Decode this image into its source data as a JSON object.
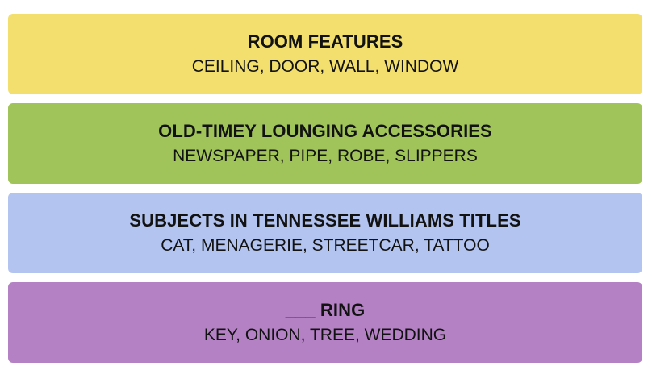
{
  "groups": [
    {
      "title": "ROOM FEATURES",
      "members": "CEILING, DOOR, WALL, WINDOW",
      "color": "#f2df6d"
    },
    {
      "title": "OLD-TIMEY LOUNGING ACCESSORIES",
      "members": "NEWSPAPER, PIPE, ROBE, SLIPPERS",
      "color": "#a0c35a"
    },
    {
      "title": "SUBJECTS IN TENNESSEE WILLIAMS TITLES",
      "members": "CAT, MENAGERIE, STREETCAR, TATTOO",
      "color": "#b2c4ef"
    },
    {
      "title": "___ RING",
      "members": "KEY, ONION, TREE, WEDDING",
      "color": "#b481c5"
    }
  ]
}
